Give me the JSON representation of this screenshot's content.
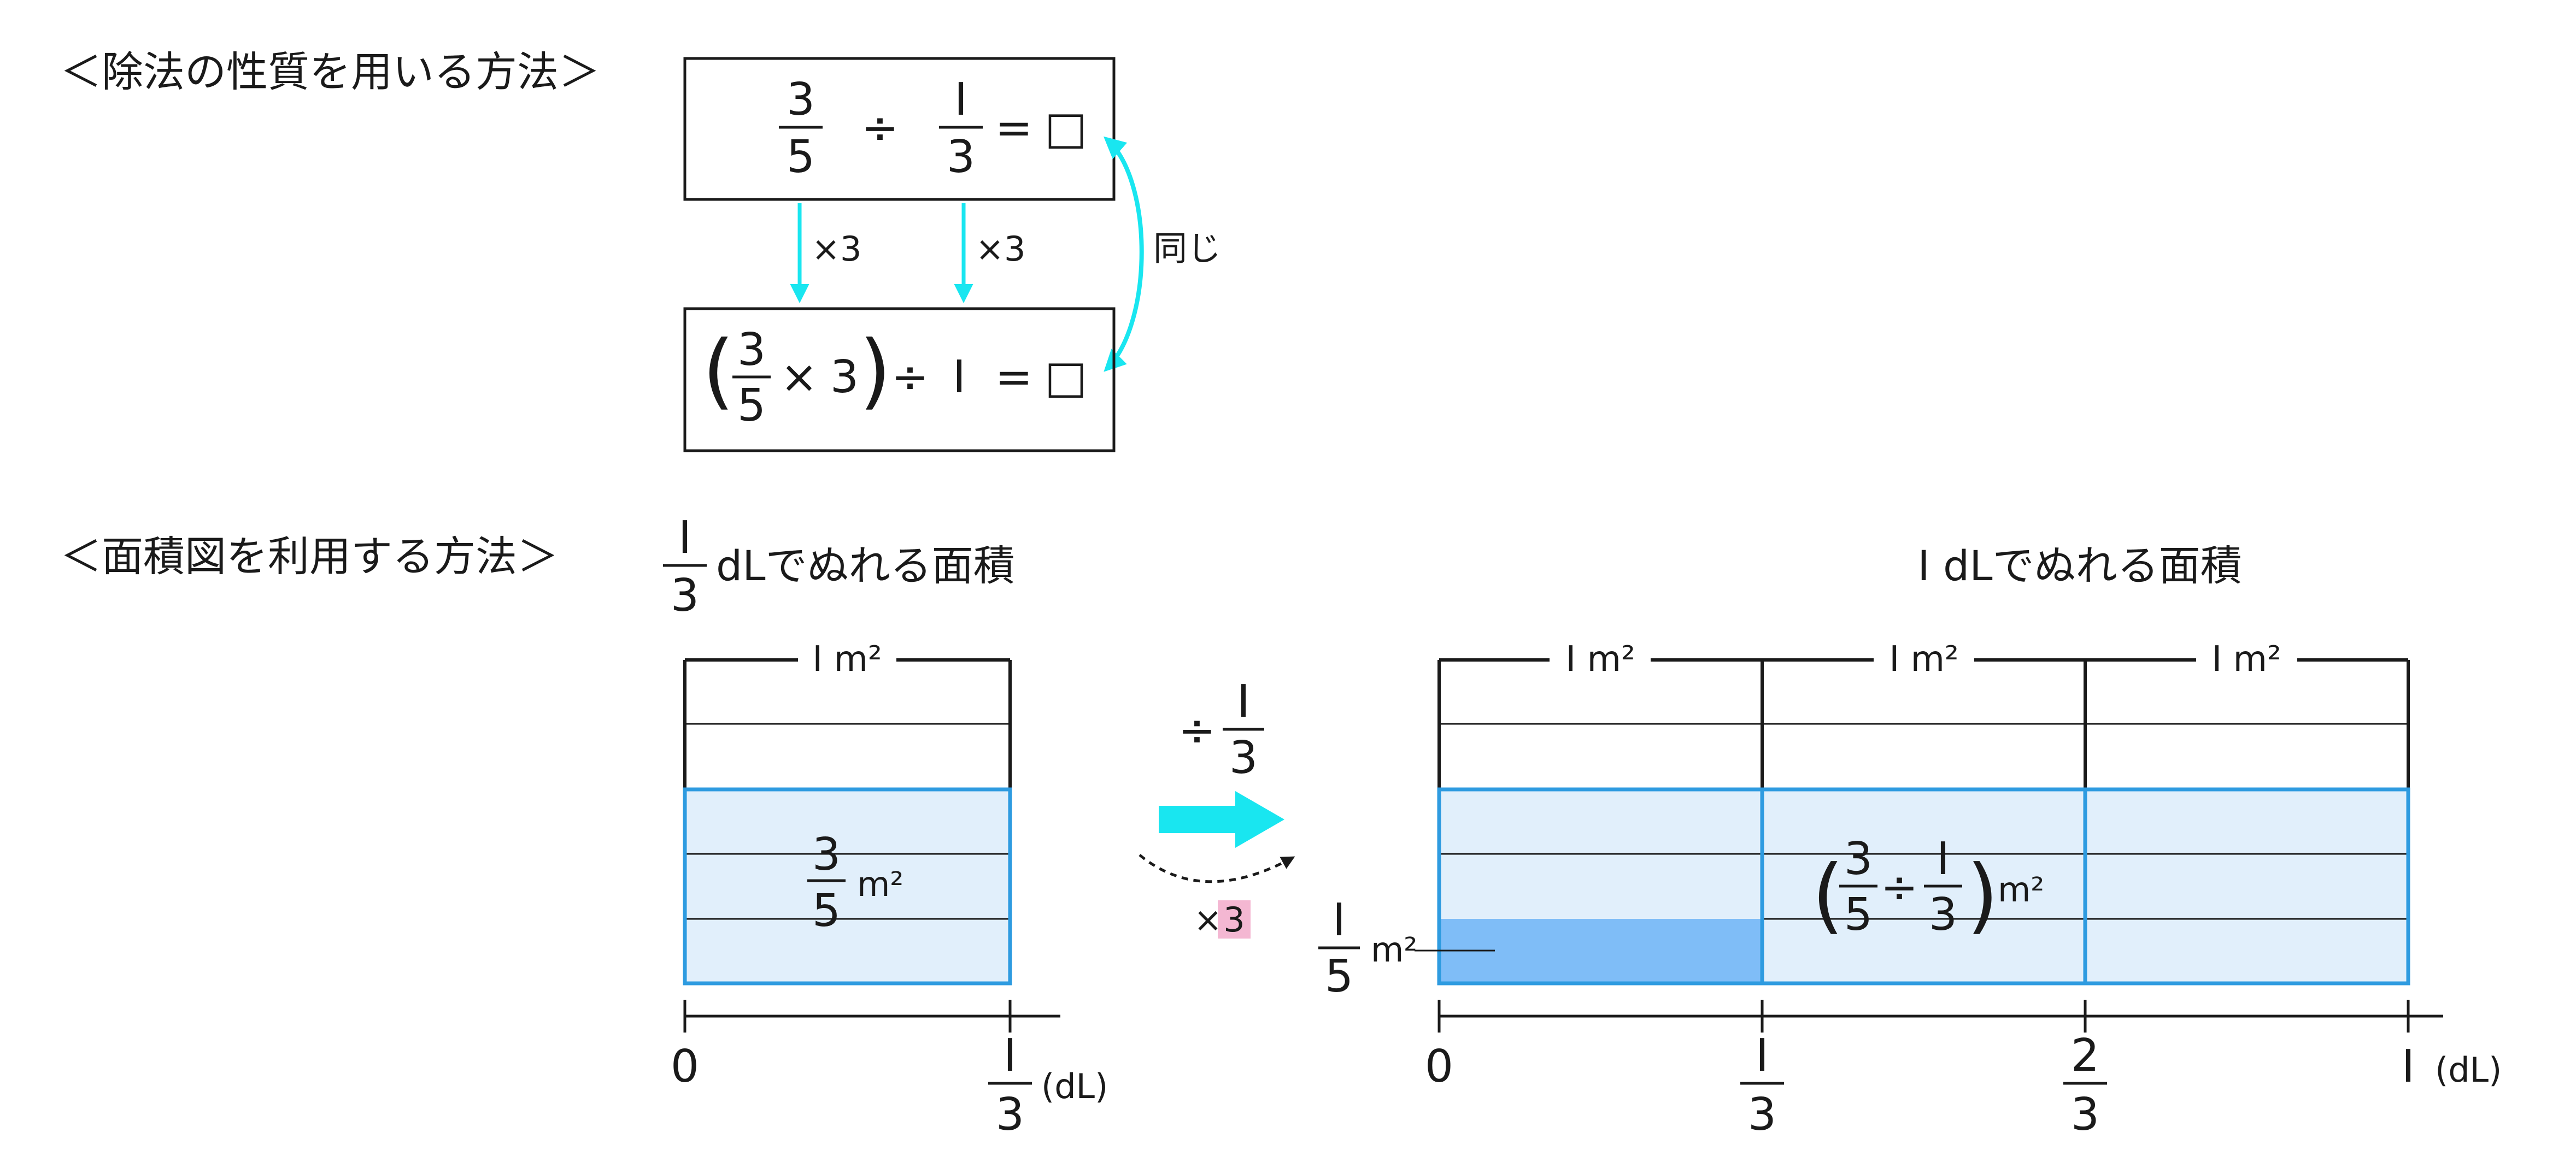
{
  "section1": {
    "heading": "＜除法の性質を用いる方法＞",
    "top_eq": {
      "num1": "3",
      "den1": "5",
      "op": "÷",
      "num2": "I",
      "den2": "3",
      "eq": "=",
      "box": "□"
    },
    "arrow_label_left": "×3",
    "arrow_label_right": "×3",
    "same_label": "同じ",
    "bottom_eq": {
      "lparen": "(",
      "num": "3",
      "den": "5",
      "times": "×",
      "three": "3",
      "rparen": ")",
      "op": "÷",
      "one": "I",
      "eq": "=",
      "box": "□"
    }
  },
  "section2": {
    "heading": "＜面積図を利用する方法＞",
    "left_title": {
      "num": "I",
      "den": "3",
      "text": "dLでぬれる面積"
    },
    "right_title": "I dLでぬれる面積",
    "cell_label": "I m²",
    "left_fill": {
      "num": "3",
      "den": "5",
      "unit": "m²"
    },
    "operation": {
      "div": "÷",
      "num": "I",
      "den": "3"
    },
    "times": {
      "sign": "×",
      "value": "3"
    },
    "small_area": {
      "num": "I",
      "den": "5",
      "unit": "m²"
    },
    "big_expr": {
      "lparen": "(",
      "num1": "3",
      "den1": "5",
      "op": "÷",
      "num2": "I",
      "den2": "3",
      "rparen": ")",
      "unit": "m²"
    },
    "axis_left": {
      "zero": "0",
      "end_num": "I",
      "end_den": "3",
      "unit": "(dL)"
    },
    "axis_right": {
      "zero": "0",
      "t1_num": "I",
      "t1_den": "3",
      "t2_num": "2",
      "t2_den": "3",
      "end": "I",
      "unit": "(dL)"
    }
  },
  "colors": {
    "cyan_arrow": "#19E6F0",
    "box_stroke": "#1a1a1a",
    "fill_light": "#E1EFFB",
    "fill_blue_border": "#2E9BE0",
    "fill_dark": "#7FBDF7",
    "highlight_pink": "#F4B7D2"
  }
}
